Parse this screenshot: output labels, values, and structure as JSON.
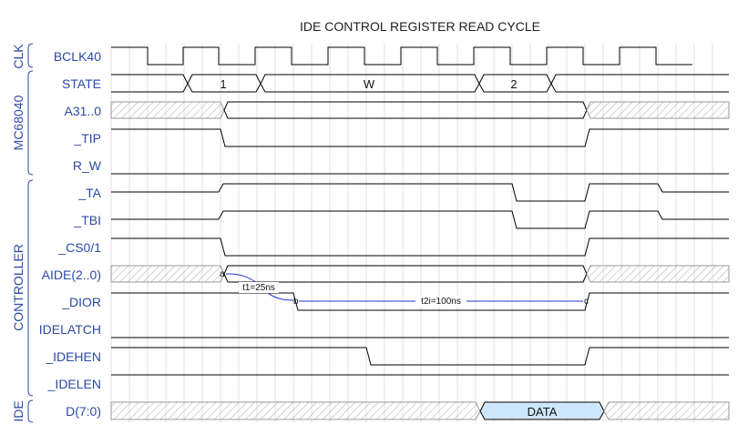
{
  "title": "IDE CONTROL REGISTER READ CYCLE",
  "groups": [
    {
      "name": "CLK"
    },
    {
      "name": "MC68040"
    },
    {
      "name": "CONTROLLER"
    },
    {
      "name": "IDE"
    }
  ],
  "signals": [
    {
      "name": "BCLK40"
    },
    {
      "name": "STATE"
    },
    {
      "name": "A31..0"
    },
    {
      "name": "_TIP"
    },
    {
      "name": "R_W"
    },
    {
      "name": "_TA"
    },
    {
      "name": "_TBI"
    },
    {
      "name": "_CS0/1"
    },
    {
      "name": "AIDE(2..0)"
    },
    {
      "name": "_DIOR"
    },
    {
      "name": "IDELATCH"
    },
    {
      "name": "_IDEHEN"
    },
    {
      "name": "_IDELEN"
    },
    {
      "name": "D(7:0)"
    }
  ],
  "state_labels": [
    "1",
    "W",
    "2"
  ],
  "data_label": "DATA",
  "node_labels": [
    "a",
    "b",
    "c"
  ],
  "timing": [
    {
      "text": "t1=25ns"
    },
    {
      "text": "t2i=100ns"
    }
  ],
  "colors": {
    "signal_text": "#2c4aa6",
    "data_fill": "#cde6fb",
    "arrow": "#2233cc",
    "hatch": "#aaaaaa"
  }
}
